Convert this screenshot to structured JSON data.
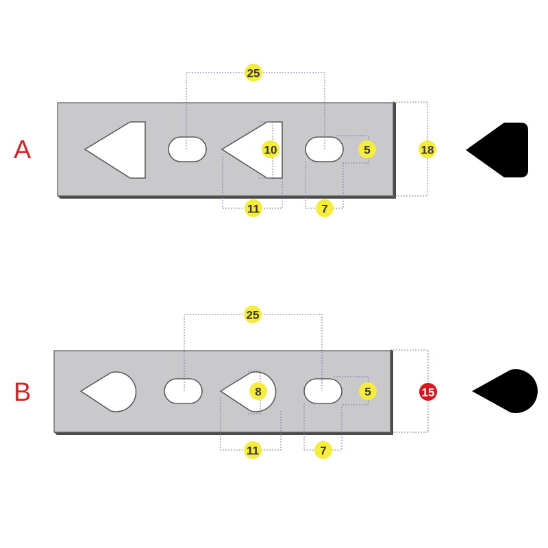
{
  "rows": [
    {
      "label": "A",
      "dims": {
        "pitch": "25",
        "hole_height": "10",
        "hole_width": "11",
        "slot_height": "5",
        "slot_width": "7",
        "plate_height": "18"
      },
      "colors": {
        "badge": "#f6ec3c",
        "plate_height_badge": "#f6ec3c",
        "plate_height_text": "#333333"
      }
    },
    {
      "label": "B",
      "dims": {
        "pitch": "25",
        "hole_height": "8",
        "hole_width": "11",
        "slot_height": "5",
        "slot_width": "7",
        "plate_height": "15"
      },
      "colors": {
        "badge": "#f6ec3c",
        "plate_height_badge": "#d9141c",
        "plate_height_text": "#ffffff"
      }
    }
  ],
  "colors": {
    "plate": "#c9c9cb",
    "plate_edge": "#5a5a5a",
    "shadow": "#4a4a4a",
    "dim_line": "#6c7ea8",
    "shape": "#000000",
    "label": "#d42222"
  }
}
